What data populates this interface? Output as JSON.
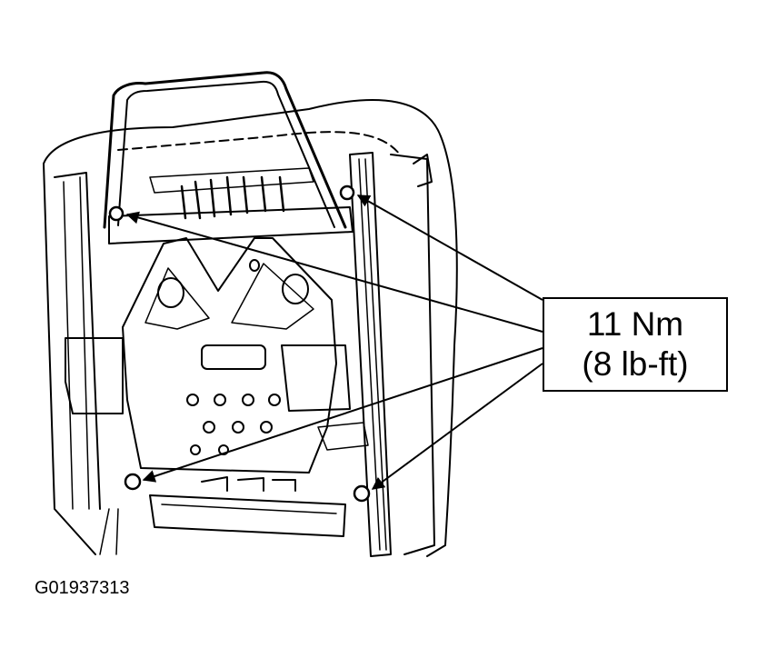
{
  "callout": {
    "torque_metric": "11 Nm",
    "torque_imperial": "(8 lb-ft)"
  },
  "figure_id": "G01937313",
  "colors": {
    "ink": "#000000",
    "paper": "#ffffff"
  }
}
